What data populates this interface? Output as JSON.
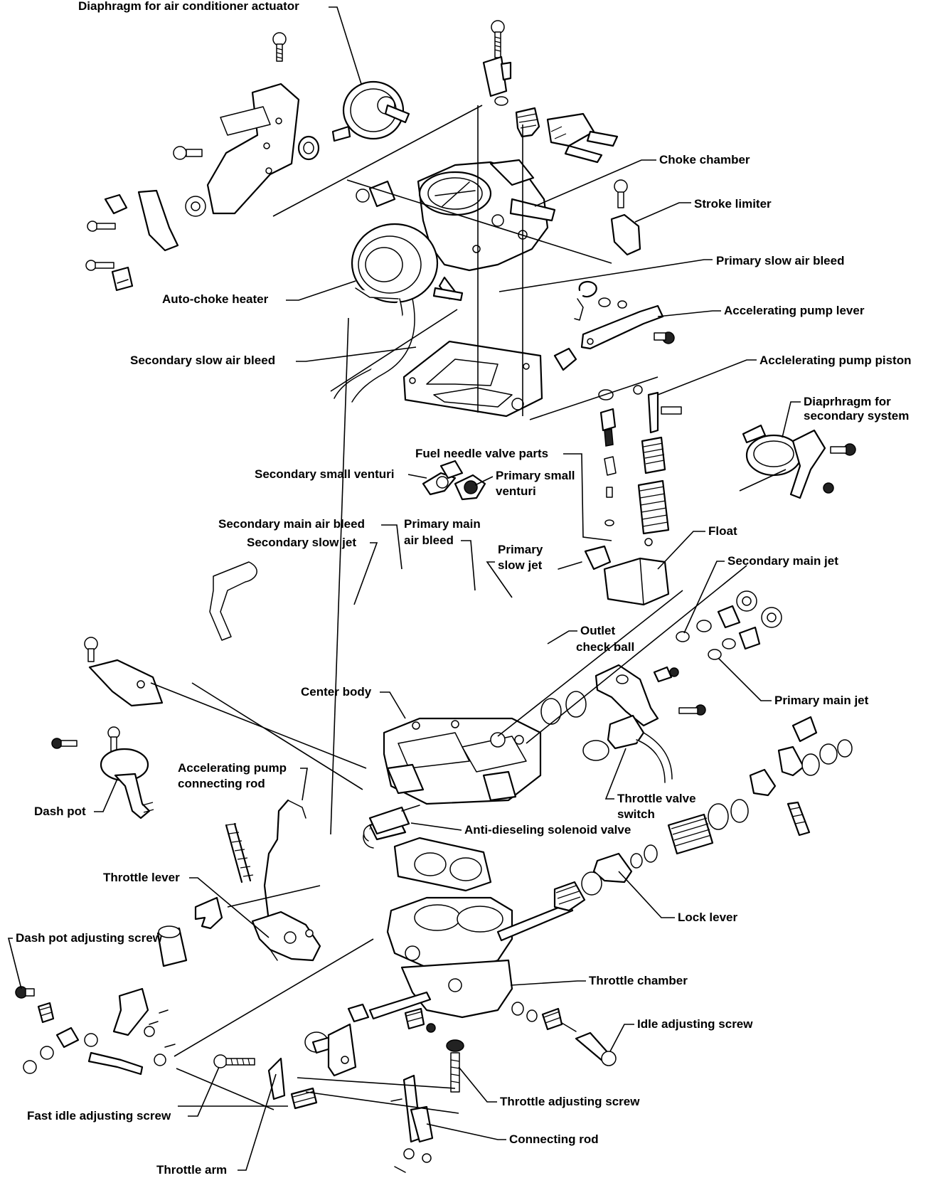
{
  "labels": {
    "diaphragm_ac_actuator": "Diaphragm for air conditioner  actuator",
    "choke_chamber": "Choke chamber",
    "stroke_limiter": "Stroke limiter",
    "primary_slow_air_bleed": "Primary slow air bleed",
    "auto_choke_heater": "Auto-choke heater",
    "accelerating_pump_lever": "Accelerating pump lever",
    "secondary_slow_air_bleed": "Secondary slow air bleed",
    "accelerating_pump_piston": "Acclelerating pump piston",
    "diaphragm_secondary_1": "Diaprhragm for",
    "diaphragm_secondary_2": "secondary system",
    "fuel_needle_valve_parts": "Fuel needle valve parts",
    "secondary_small_venturi": "Secondary small  venturi",
    "primary_small_venturi_1": "Primary small",
    "primary_small_venturi_2": "venturi",
    "secondary_main_air_bleed": "Secondary main air bleed",
    "primary_main_air_bleed_1": "Primary main",
    "primary_main_air_bleed_2": "air bleed",
    "secondary_slow_jet": "Secondary slow  jet",
    "primary_slow_jet_1": "Primary",
    "primary_slow_jet_2": "slow jet",
    "float": "Float",
    "secondary_main_jet": "Secondary main  jet",
    "outlet_check_ball_1": "Outlet",
    "outlet_check_ball_2": "check ball",
    "center_body": "Center body",
    "primary_main_jet": "Primary main jet",
    "accelerating_pump_rod_1": "Accelerating pump",
    "accelerating_pump_rod_2": "connecting rod",
    "throttle_valve_switch_1": "Throttle valve",
    "throttle_valve_switch_2": "switch",
    "dash_pot": "Dash pot",
    "anti_dieseling_solenoid": "Anti-dieseling solenoid valve",
    "throttle_lever": "Throttle lever",
    "lock_lever": "Lock lever",
    "dash_pot_adjusting_screw": "Dash pot adjusting screw",
    "throttle_chamber": "Throttle chamber",
    "idle_adjusting_screw": "Idle adjusting screw",
    "throttle_adjusting_screw": "Throttle adjusting screw",
    "fast_idle_adjusting_screw": "Fast idle adjusting screw",
    "connecting_rod": "Connecting rod",
    "throttle_arm": "Throttle arm"
  }
}
